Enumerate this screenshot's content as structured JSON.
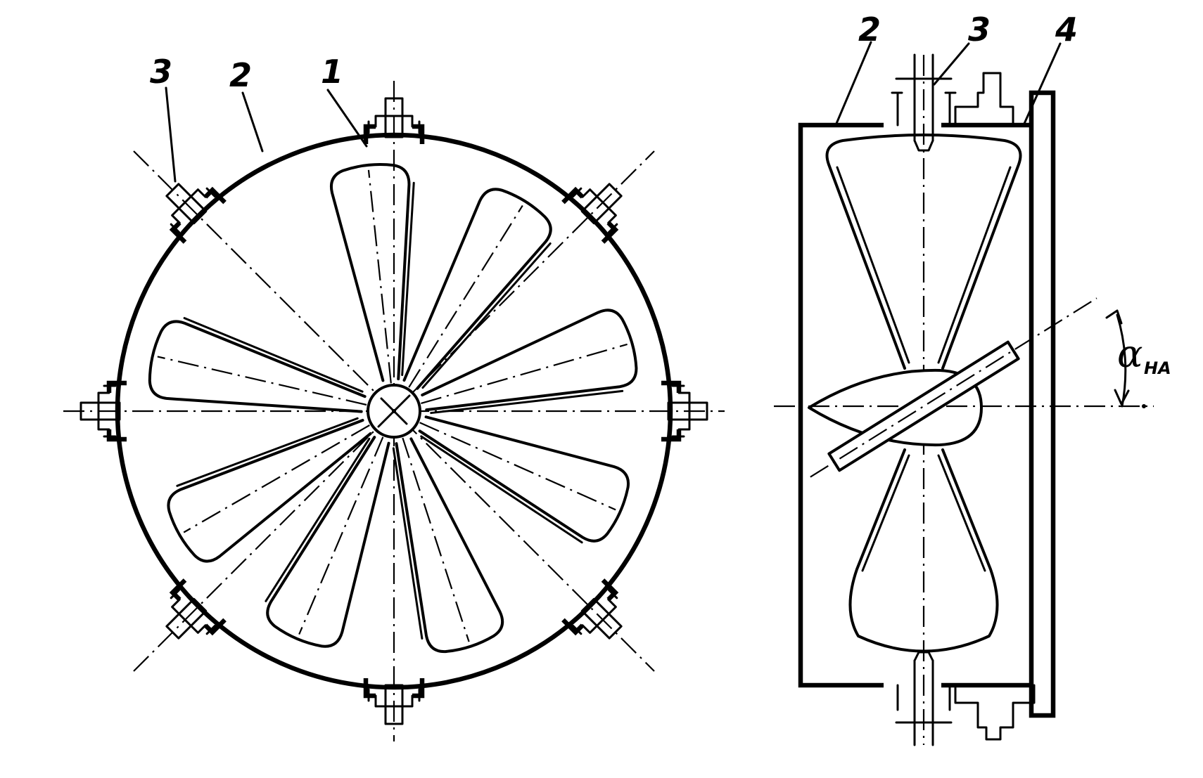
{
  "labels": {
    "front_view": [
      "3",
      "2",
      "1"
    ],
    "side_view": [
      "2",
      "3",
      "4"
    ]
  },
  "angle": {
    "symbol": "α",
    "subscript": "HA"
  }
}
